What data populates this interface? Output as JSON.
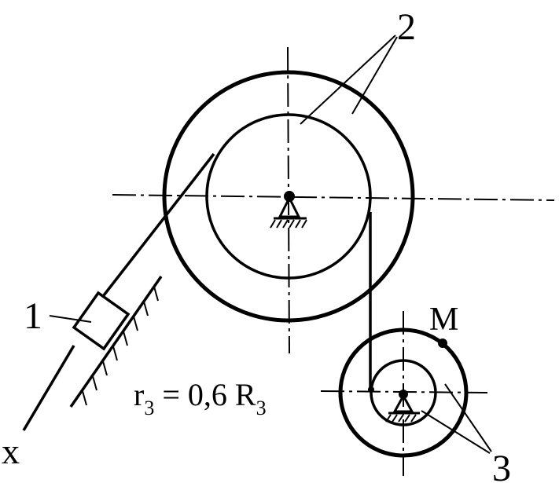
{
  "labels": {
    "body_1": "1",
    "body_2": "2",
    "body_3": "3",
    "point_m": "M",
    "axis_x": "x",
    "radius_relation": {
      "r": "r",
      "r_sub": "3",
      "equals": " = 0,6 R",
      "R_sub": "3"
    }
  },
  "colors": {
    "ink": "#000000",
    "background": "#ffffff"
  }
}
